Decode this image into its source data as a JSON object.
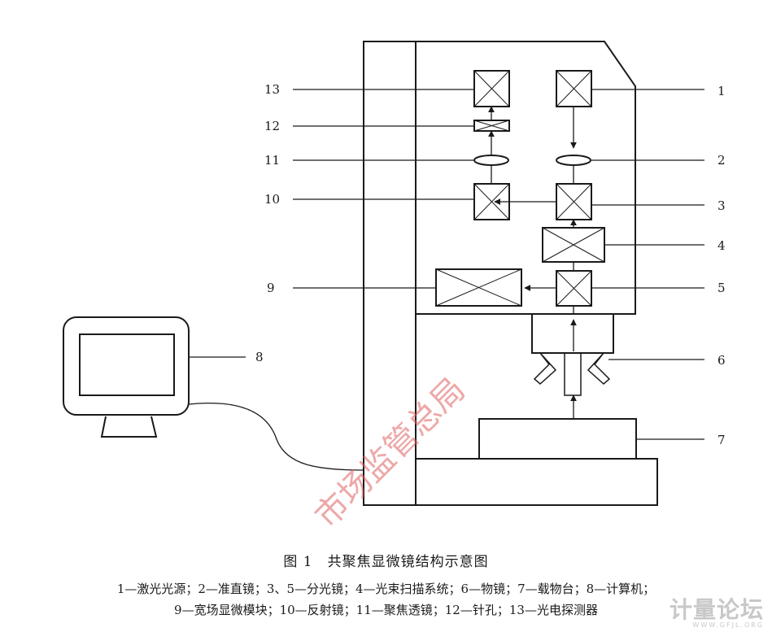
{
  "labels": {
    "l1": "1",
    "l2": "2",
    "l3": "3",
    "l4": "4",
    "l5": "5",
    "l6": "6",
    "l7": "7",
    "l8": "8",
    "l9": "9",
    "l10": "10",
    "l11": "11",
    "l12": "12",
    "l13": "13"
  },
  "caption": "图 1　共聚焦显微镜结构示意图",
  "legend_line1": "1—激光光源；2—准直镜；3、5—分光镜；4—光束扫描系统；6—物镜；7—载物台；8—计算机；",
  "legend_line2": "9—宽场显微模块；10—反射镜；11—聚焦透镜；12—针孔；13—光电探测器",
  "watermark": "市场监管总局",
  "corner_logo": {
    "main": "计量论坛",
    "sub": "WWW.GFJL.ORG"
  }
}
